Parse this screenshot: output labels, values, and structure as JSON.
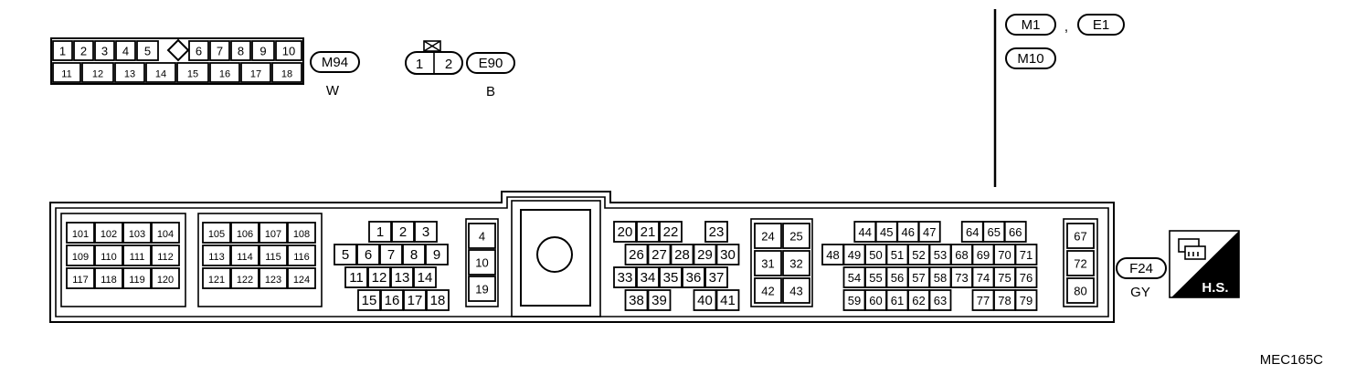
{
  "m94_connector": {
    "code": "M94",
    "color": "W",
    "pins_top": [
      "1",
      "2",
      "3",
      "4",
      "5",
      "6",
      "7",
      "8",
      "9",
      "10"
    ],
    "pins_bottom": [
      "11",
      "12",
      "13",
      "14",
      "15",
      "16",
      "17",
      "18"
    ]
  },
  "e90_connector": {
    "code": "E90",
    "color": "B",
    "pins": [
      "1",
      "2"
    ]
  },
  "harness_codes": {
    "m1": "M1",
    "separator": ",",
    "e1": "E1",
    "m10": "M10"
  },
  "ecm_connector": {
    "code": "F24",
    "color": "GY",
    "hs_badge": "H.S.",
    "group_a": [
      [
        "101",
        "102",
        "103",
        "104"
      ],
      [
        "109",
        "110",
        "111",
        "112"
      ],
      [
        "117",
        "118",
        "119",
        "120"
      ]
    ],
    "group_b": [
      [
        "105",
        "106",
        "107",
        "108"
      ],
      [
        "113",
        "114",
        "115",
        "116"
      ],
      [
        "121",
        "122",
        "123",
        "124"
      ]
    ],
    "group_c": [
      [
        "1",
        "2",
        "3"
      ],
      [
        "5",
        "6",
        "7",
        "8",
        "9"
      ],
      [
        "11",
        "12",
        "13",
        "14"
      ],
      [
        "15",
        "16",
        "17",
        "18"
      ]
    ],
    "group_d": [
      "4",
      "10",
      "19"
    ],
    "group_e": [
      {
        "row": 0,
        "pins": [
          [
            "20",
            0
          ],
          [
            "21",
            1
          ],
          [
            "22",
            2
          ],
          [
            "23",
            4
          ]
        ]
      },
      {
        "row": 1,
        "pins": [
          [
            "26",
            0.5
          ],
          [
            "27",
            1.5
          ],
          [
            "28",
            2.5
          ],
          [
            "29",
            3.5
          ],
          [
            "30",
            4.5
          ]
        ]
      },
      {
        "row": 2,
        "pins": [
          [
            "33",
            0
          ],
          [
            "34",
            1
          ],
          [
            "35",
            2
          ],
          [
            "36",
            3
          ],
          [
            "37",
            4
          ]
        ]
      },
      {
        "row": 3,
        "pins": [
          [
            "38",
            0.5
          ],
          [
            "39",
            1.5
          ],
          [
            "40",
            3.5
          ],
          [
            "41",
            4.5
          ]
        ]
      }
    ],
    "group_f": [
      [
        "24",
        "25"
      ],
      [
        "31",
        "32"
      ],
      [
        "42",
        "43"
      ]
    ],
    "group_g": [
      {
        "row": 0,
        "pins": [
          [
            "44",
            1.5
          ],
          [
            "45",
            2.5
          ],
          [
            "46",
            3.5
          ],
          [
            "47",
            4.5
          ],
          [
            "64",
            6.5
          ],
          [
            "65",
            7.5
          ],
          [
            "66",
            8.5
          ]
        ]
      },
      {
        "row": 1,
        "pins": [
          [
            "48",
            0
          ],
          [
            "49",
            1
          ],
          [
            "50",
            2
          ],
          [
            "51",
            3
          ],
          [
            "52",
            4
          ],
          [
            "53",
            5
          ],
          [
            "68",
            6
          ],
          [
            "69",
            7
          ],
          [
            "70",
            8
          ],
          [
            "71",
            9
          ]
        ]
      },
      {
        "row": 2,
        "pins": [
          [
            "54",
            1
          ],
          [
            "55",
            2
          ],
          [
            "56",
            3
          ],
          [
            "57",
            4
          ],
          [
            "58",
            5
          ],
          [
            "73",
            6
          ],
          [
            "74",
            7
          ],
          [
            "75",
            8
          ],
          [
            "76",
            9
          ]
        ]
      },
      {
        "row": 3,
        "pins": [
          [
            "59",
            1
          ],
          [
            "60",
            2
          ],
          [
            "61",
            3
          ],
          [
            "62",
            4
          ],
          [
            "63",
            5
          ],
          [
            "77",
            7
          ],
          [
            "78",
            8
          ],
          [
            "79",
            9
          ]
        ]
      }
    ],
    "group_h": [
      "67",
      "72",
      "80"
    ]
  },
  "figure_id": "MEC165C"
}
